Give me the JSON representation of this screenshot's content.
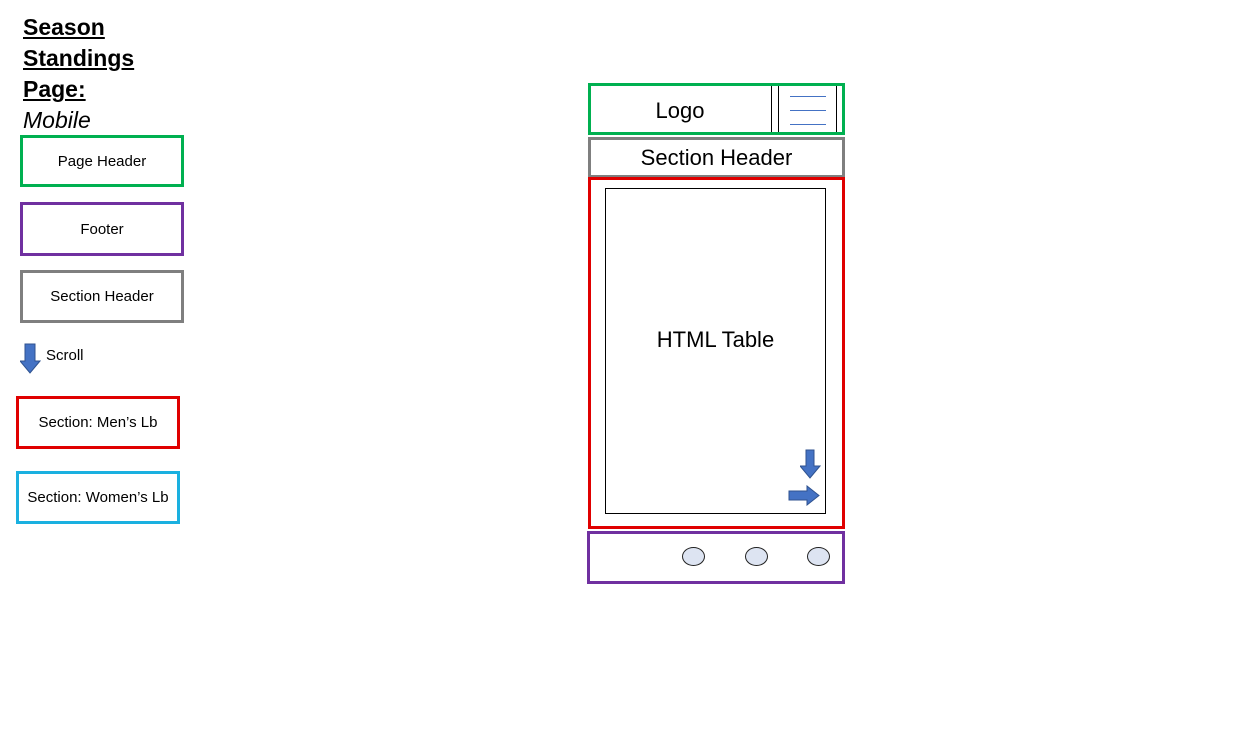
{
  "title": {
    "line1": "Season",
    "line2": "Standings",
    "line3": "Page:",
    "subtitle": "Mobile"
  },
  "legend": {
    "page_header": "Page Header",
    "footer": "Footer",
    "section_header": "Section Header",
    "scroll": "Scroll",
    "section_mens": "Section: Men’s Lb",
    "section_womens": "Section: Women’s Lb"
  },
  "mockup": {
    "logo": "Logo",
    "section_header": "Section Header",
    "table": "HTML Table"
  },
  "colors": {
    "page_header": "#00b050",
    "footer": "#7030a0",
    "section_header": "#7f7f7f",
    "section_mens": "#e00000",
    "section_womens": "#1ab0e0",
    "arrow": "#4472c4",
    "circle_fill": "#dde4f2"
  },
  "icons": {
    "scroll": "arrow-down-icon",
    "scroll_right": "arrow-right-icon",
    "menu": "hamburger-menu-icon",
    "nav_dots": "circle-icon"
  }
}
